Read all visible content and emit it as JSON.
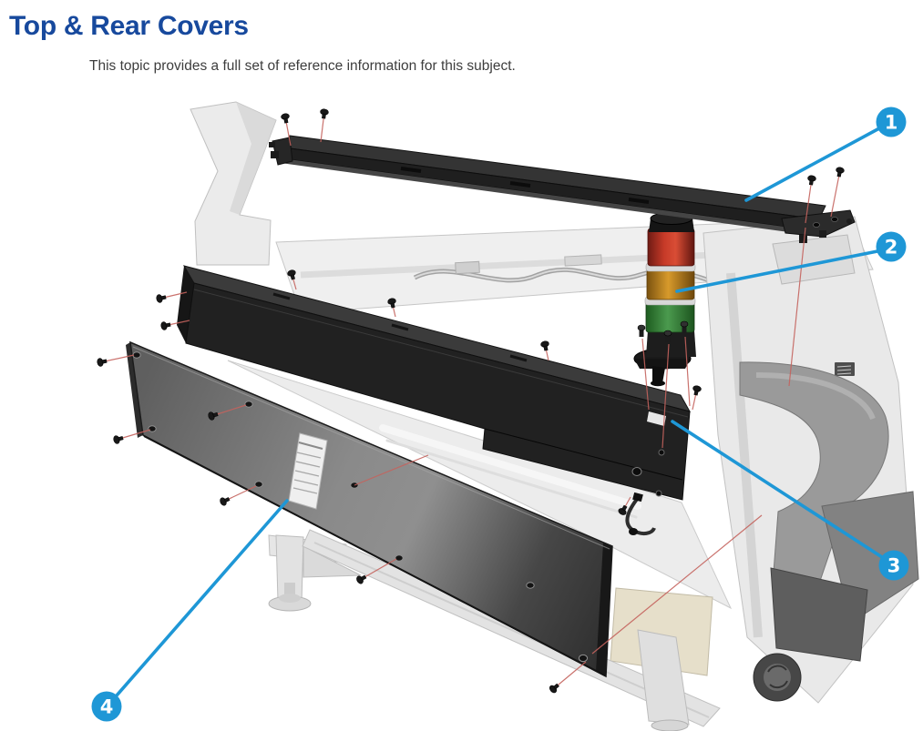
{
  "page": {
    "title": "Top & Rear Covers",
    "subtitle": "This topic provides a full set of reference information for this subject."
  },
  "figure": {
    "callouts": [
      {
        "number": "1"
      },
      {
        "number": "2"
      },
      {
        "number": "3"
      },
      {
        "number": "4"
      }
    ],
    "colors": {
      "title_blue": "#17499d",
      "callout_blue": "#1e97d6",
      "leader_red": "#c4635d",
      "beacon_red": "#c63a28",
      "beacon_amber": "#d79a2b",
      "beacon_green": "#4b9a4e"
    }
  }
}
